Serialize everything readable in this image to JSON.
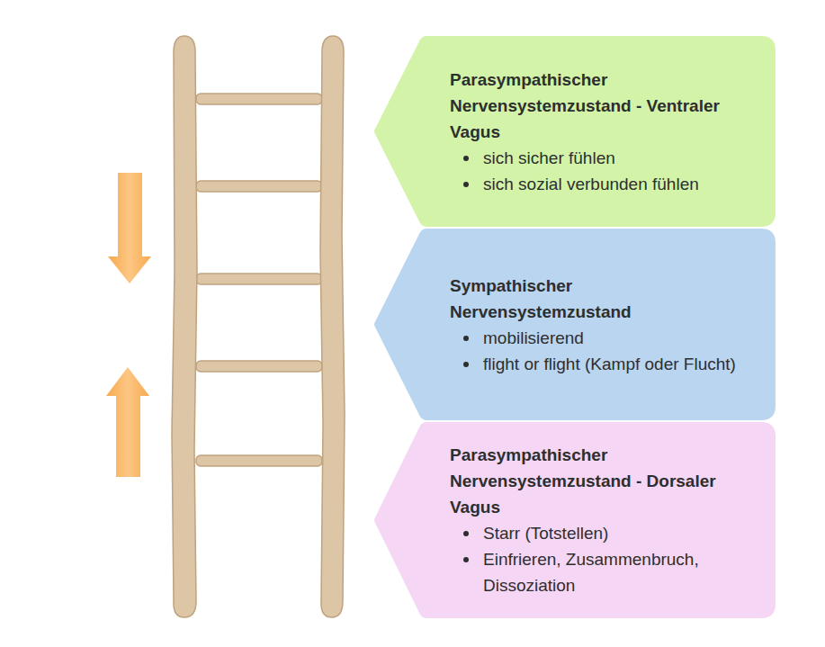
{
  "diagram": {
    "nodes": [
      {
        "text": [
          "Parasympathischer Nervensystemzustand - Ventraler Vagus",
          "sich sicher fühlen",
          "sich sozial verbunden fühlen"
        ]
      },
      {
        "text": [
          "Sympathischer Nervensystemzustand",
          "mobilisierend",
          "flight or flight (Kampf oder Flucht)"
        ]
      },
      {
        "text": [
          "Parasympathischer Nervensystemzustand - Dorsaler Vagus",
          "Starr (Totstellen)",
          "Einfrieren, Zusammenbruch, Dissoziation"
        ]
      }
    ]
  }
}
